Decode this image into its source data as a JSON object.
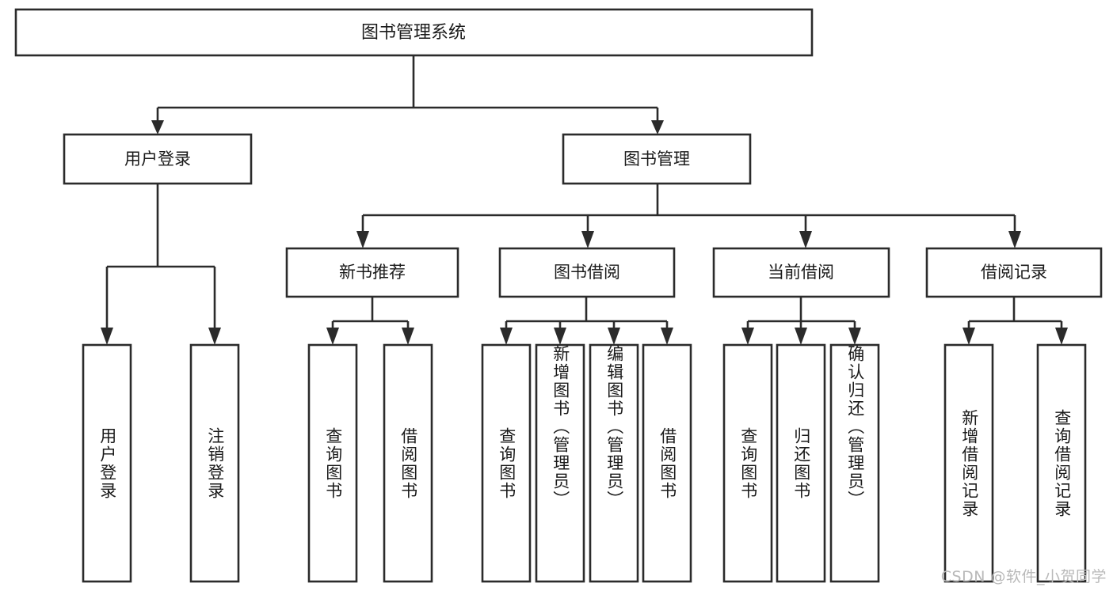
{
  "diagram": {
    "type": "tree-hierarchy-chart",
    "title": "图书管理系统",
    "orientation": "top-down",
    "colors": {
      "box_stroke": "#2b2b2b",
      "box_fill": "#ffffff",
      "text": "#1a1a1a",
      "connector": "#2b2b2b",
      "background": "#ffffff",
      "watermark": "#b9b9b9"
    },
    "levels": {
      "level1_label": "图书管理系统",
      "level2": [
        {
          "label": "用户登录"
        },
        {
          "label": "图书管理"
        }
      ],
      "level3": [
        {
          "label": "新书推荐"
        },
        {
          "label": "图书借阅"
        },
        {
          "label": "当前借阅"
        },
        {
          "label": "借阅记录"
        }
      ]
    },
    "leaves": {
      "user_login": [
        {
          "label": "用户登录"
        },
        {
          "label": "注销登录"
        }
      ],
      "new_book_recommend": [
        {
          "label": "查询图书"
        },
        {
          "label": "借阅图书"
        }
      ],
      "book_borrow": [
        {
          "label": "查询图书"
        },
        {
          "label": "新增图书（管理员）"
        },
        {
          "label": "编辑图书（管理员）"
        },
        {
          "label": "借阅图书"
        }
      ],
      "current_borrow": [
        {
          "label": "查询图书"
        },
        {
          "label": "归还图书"
        },
        {
          "label": "确认归还（管理员）"
        }
      ],
      "borrow_record": [
        {
          "label": "新增借阅记录"
        },
        {
          "label": "查询借阅记录"
        }
      ]
    }
  },
  "watermark": {
    "text": "CSDN @软件_小贺同学"
  }
}
